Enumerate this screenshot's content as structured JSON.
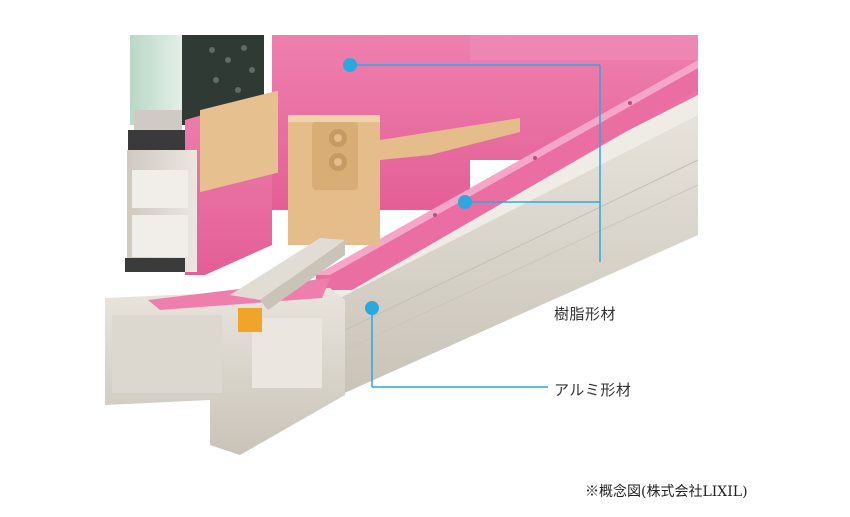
{
  "labels": {
    "resin": "樹脂形材",
    "aluminum": "アルミ形材"
  },
  "caption": "※概念図(株式会社LIXIL)",
  "colors": {
    "resin_pink": "#e8649a",
    "resin_pink_light": "#f29bc0",
    "aluminum": "#d8d3c9",
    "aluminum_dark": "#b7b0a4",
    "accent_blue": "#29a9e0",
    "block_beige": "#e6c08f",
    "glass": "#cfe2d6"
  }
}
